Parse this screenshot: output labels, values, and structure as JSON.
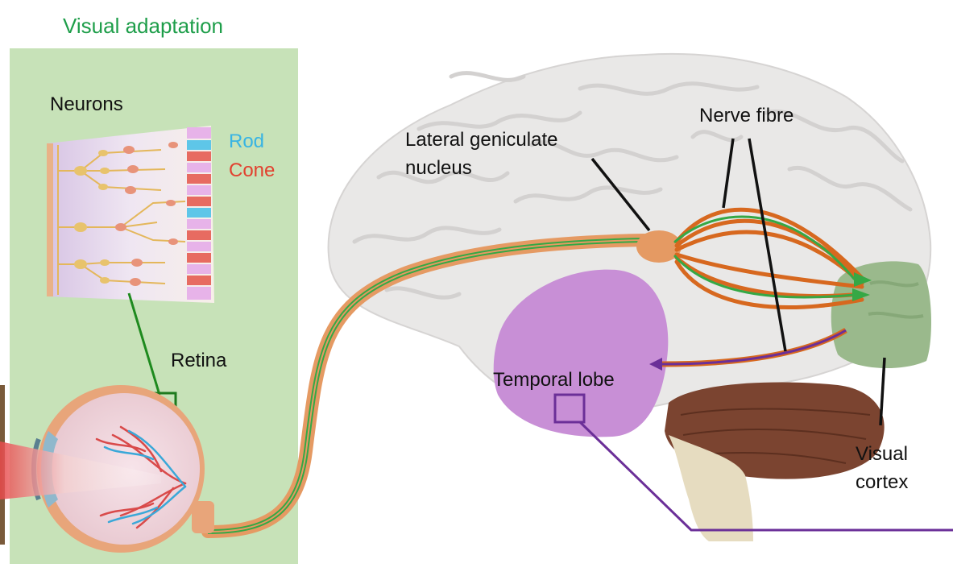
{
  "title": "Visual adaptation",
  "labels": {
    "neurons": "Neurons",
    "rod": "Rod",
    "cone": "Cone",
    "retina": "Retina",
    "lgn_line1": "Lateral geniculate",
    "lgn_line2": "nucleus",
    "nerve_fibre": "Nerve fibre",
    "temporal_lobe": "Temporal lobe",
    "visual_cortex_line1": "Visual",
    "visual_cortex_line2": "cortex"
  },
  "colors": {
    "panel_green": "#c7e2b8",
    "title_green": "#1e9e4a",
    "rod_blue": "#38b4e3",
    "cone_red": "#e2412f",
    "pathway_orange": "#e59a63",
    "fibre_orange": "#d7681f",
    "signal_green": "#35a845",
    "temporal_purple": "#c88fd6",
    "callout_purple": "#6b2f98",
    "cortex_green": "#9ab98c",
    "cerebellum_brown": "#7b4430",
    "brain_grey": "#e9e8e7"
  },
  "icons": {
    "eye": "eyeball-icon",
    "retina_callout": "square-callout-icon",
    "temporal_callout": "square-callout-icon"
  }
}
